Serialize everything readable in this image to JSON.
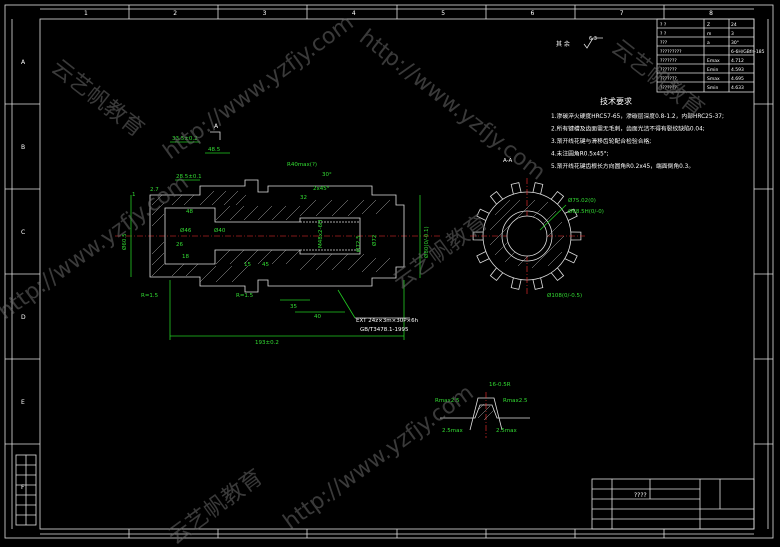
{
  "border": {
    "top_numbers": [
      "1",
      "2",
      "3",
      "4",
      "5",
      "6",
      "7",
      "8"
    ],
    "side_letters": [
      "A",
      "B",
      "C",
      "D",
      "E",
      "F"
    ]
  },
  "param_table": {
    "rows": [
      {
        "label": "? ?",
        "sym": "Z",
        "val": "24"
      },
      {
        "label": "? ?",
        "sym": "m",
        "val": "3"
      },
      {
        "label": "???",
        "sym": "a",
        "val": "30°"
      },
      {
        "label": "?????????",
        "sym": "",
        "val": "6-6H/GBfn-185"
      },
      {
        "label": "???????",
        "sym": "Emax",
        "val": "4.712"
      },
      {
        "label": "???????",
        "sym": "Emin",
        "val": "4.593"
      },
      {
        "label": "???????",
        "sym": "Smax",
        "val": "4.695"
      },
      {
        "label": "???????",
        "sym": "Smin",
        "val": "4.633"
      }
    ]
  },
  "roughness_note": "其 余",
  "roughness_value": "6.3",
  "tech_requirements": {
    "title": "技术要求",
    "items": [
      "1.渗碳淬火硬度HRC57-65，渗碳层深度0.8-1.2，内部HRC25-37;",
      "2.所有键槽及齿面需无毛刺，齿面光洁不得有裂纹缺陷0.04;",
      "3.渐开线花键与滑移齿轮配合检验合格;",
      "4.未注圆角R0.5x45°;",
      "5.渐开线花键齿根长方向圆角R0.2x45，端面倒角0.3。"
    ]
  },
  "section_label": "A-A",
  "main_dims": {
    "d_left_top": "33.5±0.2",
    "d_small": "48.5",
    "d_28": "28.5±0.1",
    "d_r5": "R40max(?)",
    "d_angle": "30°",
    "d_2x": "2x45°",
    "d_32": "32",
    "d_27": "2.7",
    "d_phi": "Ø46",
    "d_phi2": "Ø40",
    "d_m48": "M48x2-6H",
    "d_phi72": "Ø72.5",
    "d_phi78": "Ø72",
    "d_phi_right": "Ø80(0/-0.1)",
    "d_phi_left": "Ø60.5",
    "d_18": "18",
    "d_48b": "48",
    "d_26": "26",
    "d_15": "15",
    "d_45": "45",
    "d_r1": "R=1.5",
    "d_r2": "R=1.5",
    "d_35": "35",
    "d_40": "40",
    "d_total": "193±0.2",
    "d_1": "1",
    "spline_note": "EXT 24z×3m×30P×6h",
    "spline_std": "GB/T3478.1-1995",
    "a_mark": "A"
  },
  "section_dims": {
    "d1": "Ø75.02(0)",
    "d2": "Ø68.5H(0/-0)",
    "d3": "Ø108(0/-0.5)"
  },
  "detail": {
    "d_top": "16-0.5R",
    "r_left": "Rmax2.5",
    "r_right": "Rmax2.5",
    "r_bot_left": "2.5max",
    "r_bot_right": "2.5max"
  },
  "title_block": {
    "name": "????"
  },
  "watermark": {
    "url": "http://www.yzfjy.com",
    "brand": "云艺帆教育"
  }
}
